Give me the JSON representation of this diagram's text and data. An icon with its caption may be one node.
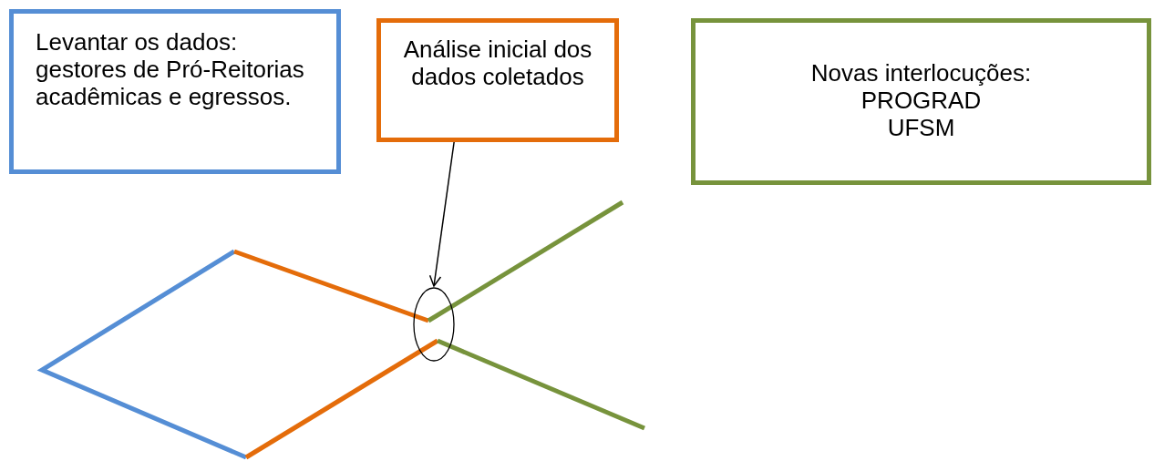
{
  "diagram": {
    "nodes": [
      {
        "text": [
          "Levantar os dados: gestores de Pró-Reitorias acadêmicas e egressos."
        ]
      },
      {
        "text": [
          "Análise inicial dos dados coletados"
        ]
      },
      {
        "text": [
          "Novas interlocuções:",
          "PROGRAD",
          "UFSM"
        ]
      },
      {
        "text": [],
        "shape": "circle"
      }
    ],
    "edges": [
      {
        "from": 1,
        "to": 3,
        "arrow": "to"
      }
    ]
  }
}
